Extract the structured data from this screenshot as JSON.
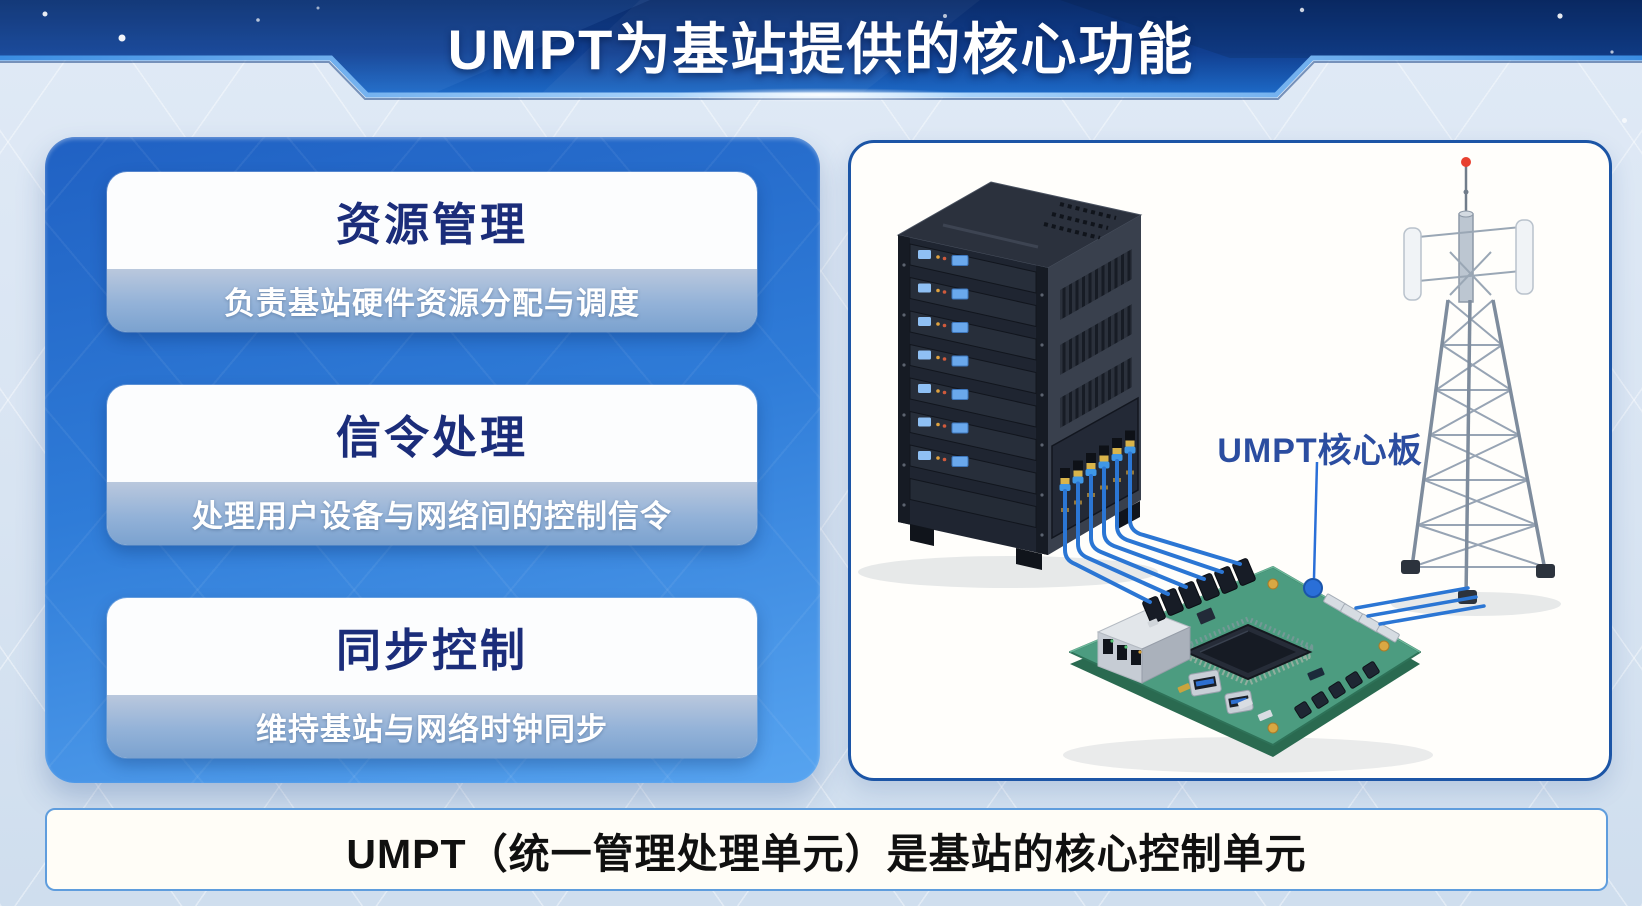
{
  "slide": {
    "title": "UMPT为基站提供的核心功能",
    "footer": "UMPT（统一管理处理单元）是基站的核心控制单元"
  },
  "features": [
    {
      "name": "资源管理",
      "desc": "负责基站硬件资源分配与调度"
    },
    {
      "name": "信令处理",
      "desc": "处理用户设备与网络间的控制信令"
    },
    {
      "name": "同步控制",
      "desc": "维持基站与网络时钟同步"
    }
  ],
  "diagram": {
    "board_label": "UMPT核心板"
  },
  "colors": {
    "banner_top": "#0a2c6b",
    "banner_bottom": "#1d6ac8",
    "panel_blue": "#2f7cd8",
    "card_title_navy": "#1b2d7a",
    "band_blue_gray": "#8fb0d6",
    "cable_blue": "#2b76d4",
    "pcb_green": "#4c9c80",
    "label_blue": "#2b4da0",
    "tower_gray": "#8c9aab",
    "antenna_red": "#e8402f"
  }
}
